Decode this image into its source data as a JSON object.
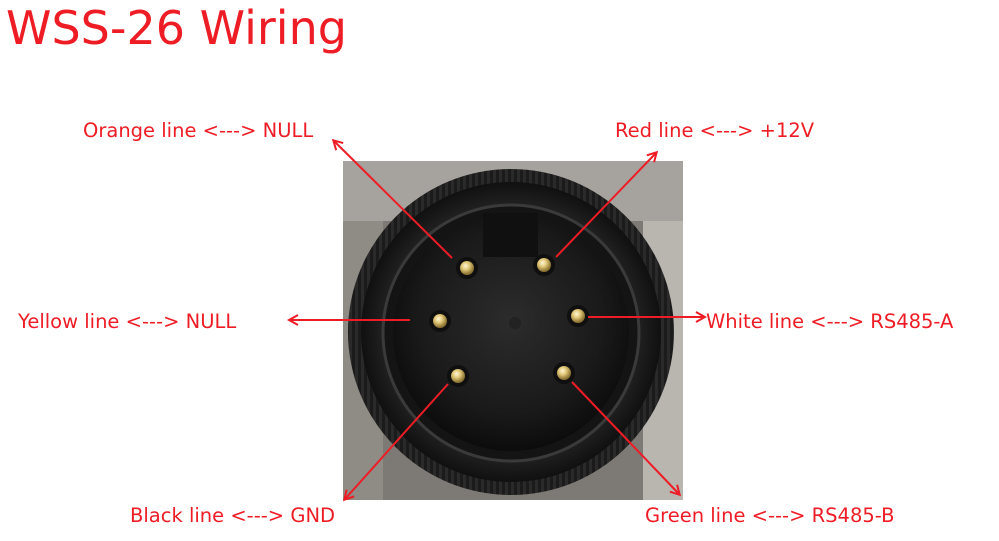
{
  "title": "WSS-26 Wiring",
  "labels": {
    "orange": "Orange line <---> NULL",
    "red": "Red line <---> +12V",
    "yellow": "Yellow line <---> NULL",
    "white": "White line <---> RS485-A",
    "black": "Black line <---> GND",
    "green": "Green line <---> RS485-B"
  },
  "colors": {
    "accent": "#ee1c25"
  }
}
